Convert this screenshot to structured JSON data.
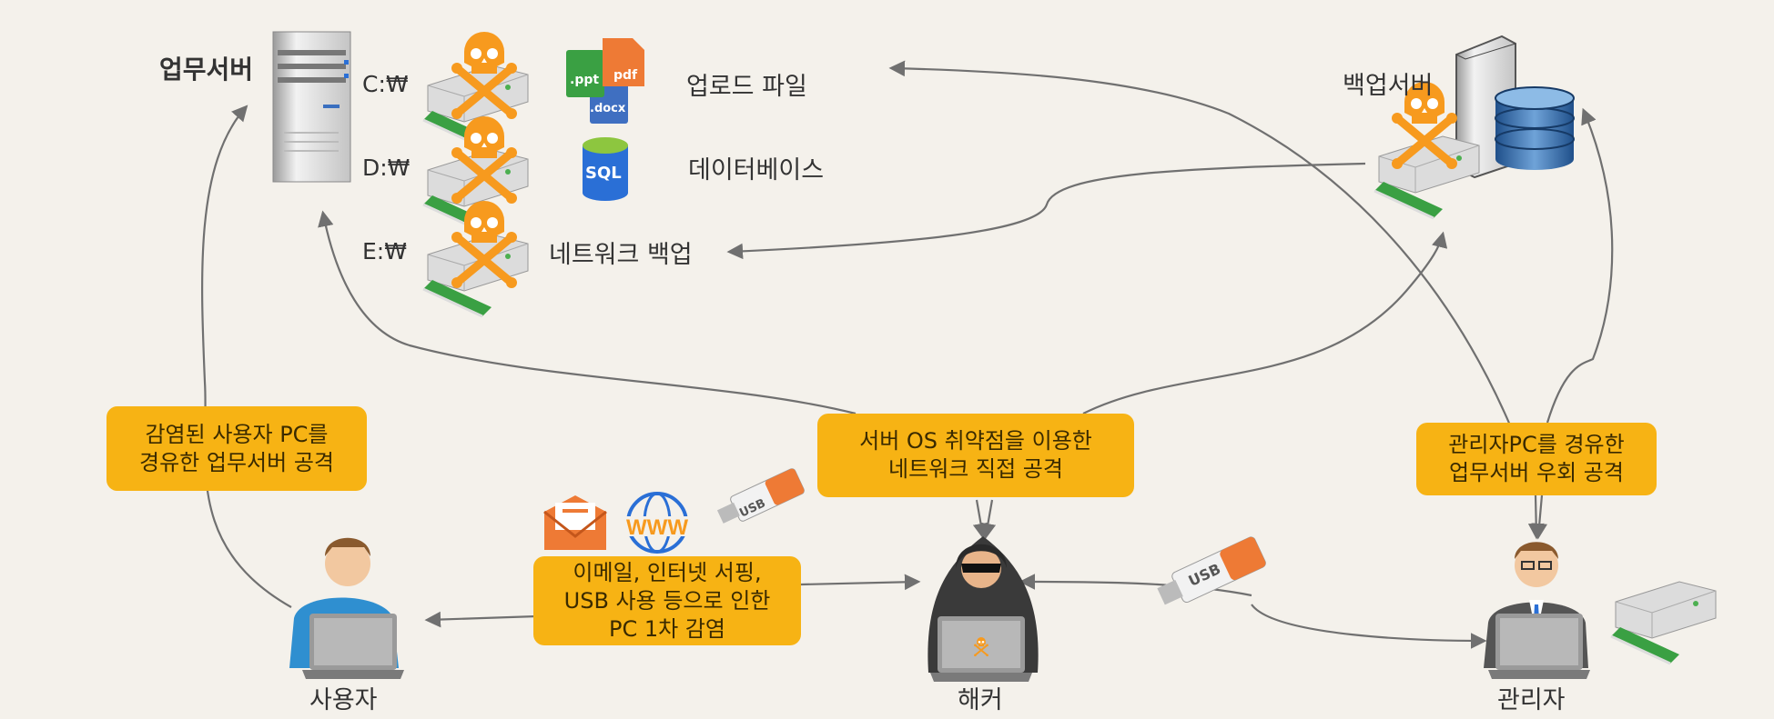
{
  "nodes": {
    "work_server": "업무서버",
    "backup_server": "백업서버",
    "user": "사용자",
    "hacker": "해커",
    "admin": "관리자"
  },
  "drives": {
    "c": "C:₩",
    "d": "D:₩",
    "e": "E:₩"
  },
  "items": {
    "upload": "업로드 파일",
    "database": "데이터베이스",
    "network_backup": "네트워크 백업"
  },
  "file_icons": {
    "ppt": ".ppt",
    "pdf": "pdf",
    "docx": ".docx",
    "sql": "SQL",
    "usb": "USB"
  },
  "callouts": {
    "infected_pc": [
      "감염된 사용자 PC를",
      "경유한 업무서버 공격"
    ],
    "direct_attack": [
      "서버 OS 취약점을 이용한",
      "네트워크 직접 공격"
    ],
    "admin_pc": [
      "관리자PC를 경유한",
      "업무서버 우회 공격"
    ],
    "infection": [
      "이메일, 인터넷 서핑,",
      "USB 사용 등으로 인한",
      "PC 1차 감염"
    ]
  },
  "colors": {
    "background": "#f4f1eb",
    "callout": "#f7b314",
    "skull": "#f79a1e",
    "arrow": "#707070"
  },
  "icons": [
    "server-tower-icon",
    "drive-icon",
    "skull-icon",
    "document-stack-icon",
    "sql-database-icon",
    "email-icon",
    "www-globe-icon",
    "usb-stick-icon",
    "person-icon",
    "hacker-icon",
    "laptop-icon",
    "database-cylinder-icon"
  ]
}
